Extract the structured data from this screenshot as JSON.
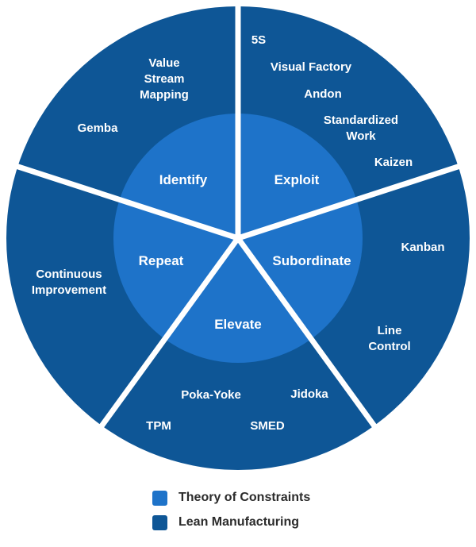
{
  "colors": {
    "inner": "#1e73c9",
    "outer": "#0e5696",
    "divider": "#ffffff"
  },
  "segments": [
    {
      "key": "identify",
      "inner_label": "Identify",
      "outer_items": [
        [
          "Value",
          "Stream",
          "Mapping"
        ],
        [
          "Gemba"
        ]
      ]
    },
    {
      "key": "exploit",
      "inner_label": "Exploit",
      "outer_items": [
        [
          "5S"
        ],
        [
          "Visual Factory"
        ],
        [
          "Andon"
        ],
        [
          "Standardized",
          "Work"
        ],
        [
          "Kaizen"
        ]
      ]
    },
    {
      "key": "subordinate",
      "inner_label": "Subordinate",
      "outer_items": [
        [
          "Kanban"
        ],
        [
          "Line",
          "Control"
        ]
      ]
    },
    {
      "key": "elevate",
      "inner_label": "Elevate",
      "outer_items": [
        [
          "Poka-Yoke"
        ],
        [
          "Jidoka"
        ],
        [
          "TPM"
        ],
        [
          "SMED"
        ]
      ]
    },
    {
      "key": "repeat",
      "inner_label": "Repeat",
      "outer_items": [
        [
          "Continuous",
          "Improvement"
        ]
      ]
    }
  ],
  "legend": [
    {
      "label": "Theory of Constraints",
      "color": "#1e73c9"
    },
    {
      "label": "Lean Manufacturing",
      "color": "#0e5696"
    }
  ]
}
